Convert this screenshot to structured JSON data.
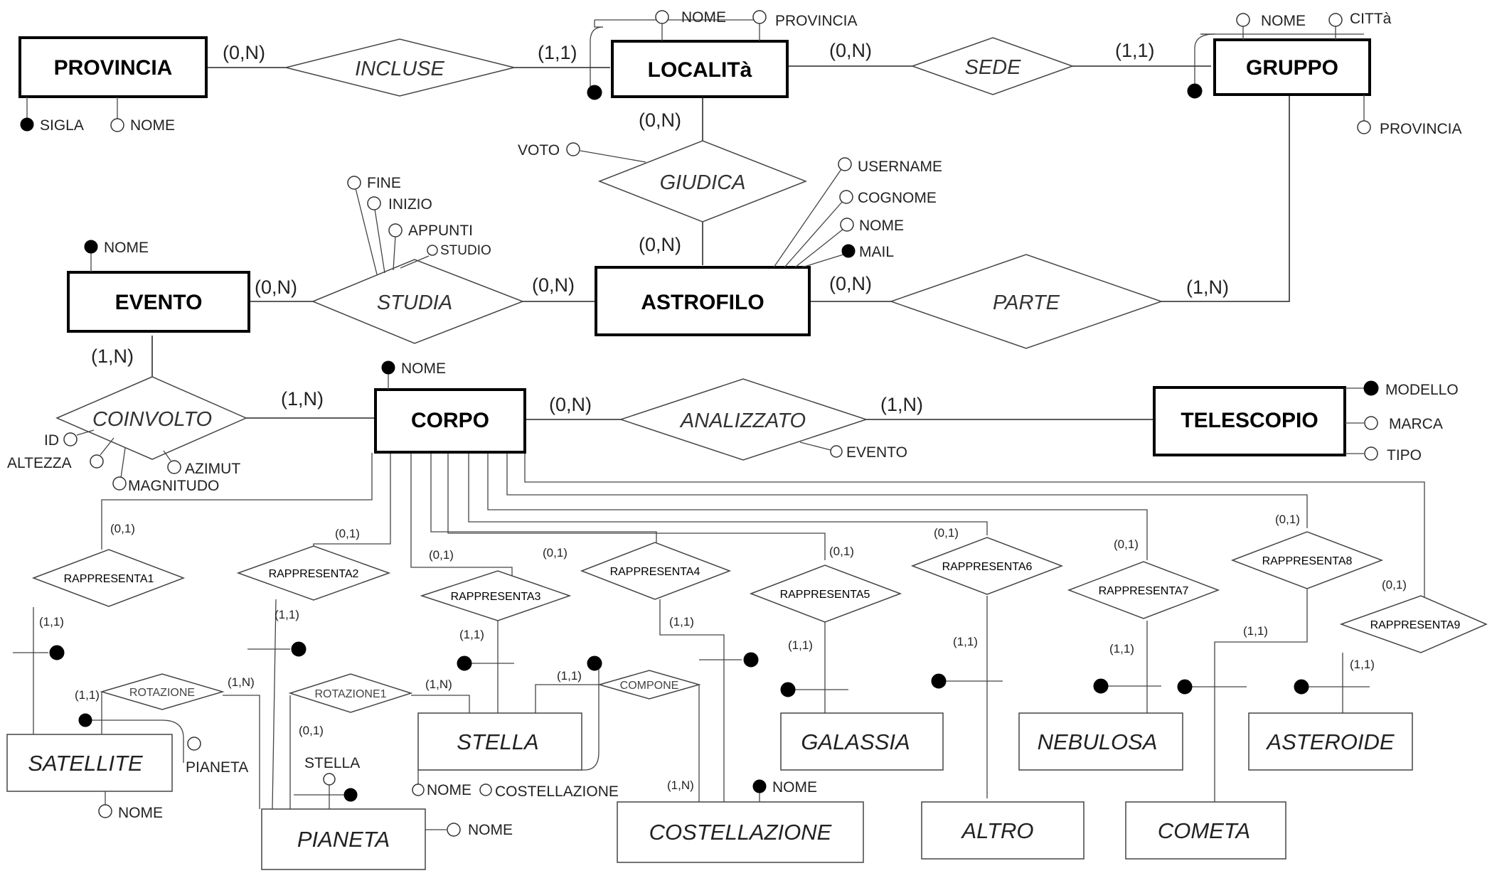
{
  "entities": {
    "provincia": "PROVINCIA",
    "localita": "LOCALITà",
    "gruppo": "GRUPPO",
    "evento": "EVENTO",
    "astrofilo": "ASTROFILO",
    "corpo": "CORPO",
    "telescopio": "TELESCOPIO",
    "satellite": "SATELLITE",
    "pianeta": "PIANETA",
    "stella": "STELLA",
    "costellazione": "COSTELLAZIONE",
    "galassia": "GALASSIA",
    "altro": "ALTRO",
    "nebulosa": "NEBULOSA",
    "cometa": "COMETA",
    "asteroide": "ASTEROIDE"
  },
  "relationships": {
    "incluse": "INCLUSE",
    "sede": "SEDE",
    "giudica": "GIUDICA",
    "studia": "STUDIA",
    "parte": "PARTE",
    "coinvolto": "COINVOLTO",
    "analizzato": "ANALIZZATO",
    "rappresenta1": "RAPPRESENTA1",
    "rappresenta2": "RAPPRESENTA2",
    "rappresenta3": "RAPPRESENTA3",
    "rappresenta4": "RAPPRESENTA4",
    "rappresenta5": "RAPPRESENTA5",
    "rappresenta6": "RAPPRESENTA6",
    "rappresenta7": "RAPPRESENTA7",
    "rappresenta8": "RAPPRESENTA8",
    "rappresenta9": "RAPPRESENTA9",
    "rotazione": "ROTAZIONE",
    "rotazione1": "ROTAZIONE1",
    "compone": "COMPONE"
  },
  "attributes": {
    "provincia_sigla": "SIGLA",
    "provincia_nome": "NOME",
    "localita_nome": "NOME",
    "localita_provincia": "PROVINCIA",
    "gruppo_nome": "NOME",
    "gruppo_citta": "CITTà",
    "gruppo_provincia": "PROVINCIA",
    "giudica_voto": "VOTO",
    "astrofilo_username": "USERNAME",
    "astrofilo_cognome": "COGNOME",
    "astrofilo_nome": "NOME",
    "astrofilo_mail": "MAIL",
    "studia_fine": "FINE",
    "studia_inizio": "INIZIO",
    "studia_appunti": "APPUNTI",
    "studia_studio": "STUDIO",
    "evento_nome": "NOME",
    "corpo_nome": "NOME",
    "coinvolto_id": "ID",
    "coinvolto_altezza": "ALTEZZA",
    "coinvolto_magnitudo": "MAGNITUDO",
    "coinvolto_azimut": "AZIMUT",
    "analizzato_evento": "EVENTO",
    "telescopio_modello": "MODELLO",
    "telescopio_marca": "MARCA",
    "telescopio_tipo": "TIPO",
    "satellite_pianeta": "PIANETA",
    "satellite_nome": "NOME",
    "pianeta_stella": "STELLA",
    "pianeta_nome": "NOME",
    "stella_nome": "NOME",
    "stella_costellazione": "COSTELLAZIONE",
    "costellazione_nome": "NOME"
  },
  "cardinalities": {
    "incluse_provincia": "(0,N)",
    "incluse_localita": "(1,1)",
    "sede_localita": "(0,N)",
    "sede_gruppo": "(1,1)",
    "giudica_localita": "(0,N)",
    "giudica_astrofilo": "(0,N)",
    "studia_evento": "(0,N)",
    "studia_astrofilo": "(0,N)",
    "parte_astrofilo": "(0,N)",
    "parte_gruppo": "(1,N)",
    "coinvolto_evento": "(1,N)",
    "coinvolto_corpo": "(1,N)",
    "analizzato_corpo": "(0,N)",
    "analizzato_telescopio": "(1,N)",
    "r1_corpo": "(0,1)",
    "r1_sub": "(1,1)",
    "r2_corpo": "(0,1)",
    "r2_sub": "(1,1)",
    "r3_corpo": "(0,1)",
    "r3_sub": "(1,1)",
    "r4_corpo": "(0,1)",
    "r4_sub": "(1,1)",
    "r5_corpo": "(0,1)",
    "r5_sub": "(1,1)",
    "r6_corpo": "(0,1)",
    "r6_sub": "(1,1)",
    "r7_corpo": "(0,1)",
    "r7_sub": "(1,1)",
    "r8_corpo": "(0,1)",
    "r8_sub": "(1,1)",
    "r9_corpo": "(0,1)",
    "r9_sub": "(1,1)",
    "rotazione_satellite": "(1,1)",
    "rotazione_pianeta": "(1,N)",
    "rotazione1_stella": "(1,N)",
    "rotazione1_pianeta": "(0,1)",
    "compone_stella": "(1,1)",
    "compone_costellazione": "(1,N)"
  }
}
